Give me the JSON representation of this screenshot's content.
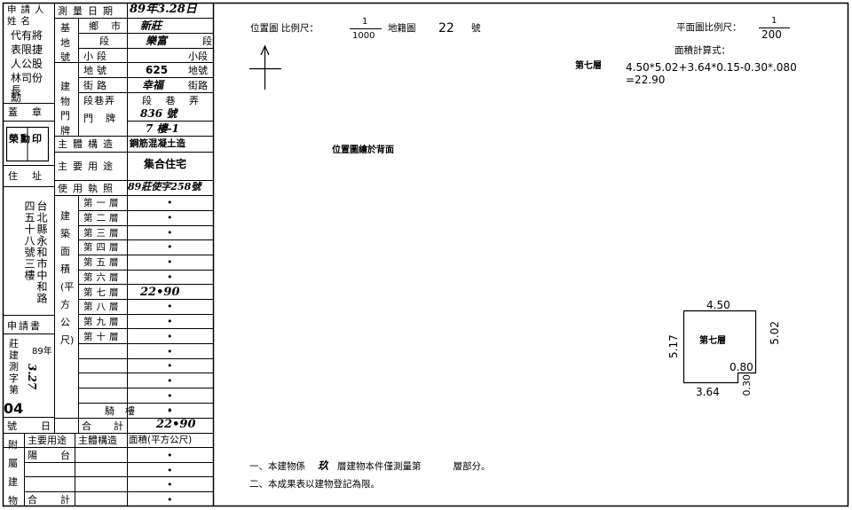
{
  "form": {
    "applicant_label": "申請人姓名",
    "applicant_names": [
      "代有將",
      "表限捷",
      "人公股",
      "林司份",
      "長",
      "勳"
    ],
    "seal_label": "蓋章",
    "seal_text": "榮勳印",
    "address_label": "住址",
    "address_text": "台北縣永和市中和路四五十八號三樓",
    "application_label": "申請書",
    "app_no_labels": [
      "莊",
      "建",
      "測",
      "字",
      "第"
    ],
    "app_year": "89年",
    "app_date": "3.27",
    "app_no": "04",
    "app_no_suffix": "號",
    "app_day_label": "日",
    "survey_date_label": "測量日期",
    "survey_date_value": "89年3.28日",
    "base_label": "基地號",
    "township_label": "鄉市",
    "township_value": "新莊",
    "section_label": "段",
    "section_value": "樂富",
    "subsection_label": "小段",
    "lot_label": "地號",
    "lot_value": "625",
    "building_label": "建物門牌",
    "street_label": "街路",
    "street_value": "幸福",
    "alley_label": "段巷弄",
    "alley_value": "段 巷 弄",
    "door_label": "門牌",
    "door_value_1": "836 號",
    "door_value_2": "7 樓-1",
    "structure_label": "主體構造",
    "structure_value": "鋼筋混凝土造",
    "usage_label": "主要用途",
    "usage_value": "集合住宅",
    "license_label": "使用執照",
    "license_value": "89莊使字258號",
    "area_label": "建築面積(平方公尺)",
    "floors": [
      "第一層",
      "第二層",
      "第三層",
      "第四層",
      "第五層",
      "第六層",
      "第七層",
      "第八層",
      "第九層",
      "第十層",
      "",
      "",
      "",
      "",
      ""
    ],
    "floor_values": [
      "•",
      "•",
      "•",
      "•",
      "•",
      "•",
      "22•90",
      "•",
      "•",
      "•",
      "•",
      "•",
      "•",
      "•",
      "•"
    ],
    "arcade_label": "騎樓",
    "arcade_value": "•",
    "total_label": "合計",
    "total_value": "22•90",
    "annex_label": "附屬建物",
    "annex_usage_label": "主要用途",
    "annex_structure_label": "主體構造",
    "annex_area_label": "面積(平方公尺)",
    "annex_rows": [
      "陽台",
      "",
      "",
      ""
    ],
    "annex_total_label": "合計",
    "annex_values": [
      "•",
      "•",
      "•",
      "•",
      "•"
    ]
  },
  "drawing": {
    "location_label": "位置圖 比例尺：",
    "scale_num": "1",
    "scale_den": "1000",
    "cadastral_label": "地籍圖",
    "cadastral_no": "22",
    "cadastral_suffix": "號",
    "plan_scale_label": "平面圖比例尺：",
    "plan_scale_num": "1",
    "plan_scale_den": "200",
    "calc_label": "面積計算式：",
    "floor_label": "第七層",
    "calc_line1": "4.50*5.02+3.64*0.15-0.30*.080",
    "calc_line2": "=22.90",
    "location_note": "位置圖繪於背面",
    "plan_floor": "第七層",
    "dim_top": "4.50",
    "dim_left": "5.17",
    "dim_right": "5.02",
    "dim_notch_w": "0.80",
    "dim_notch_h": "0.30",
    "dim_bottom": "3.64",
    "note1_a": "一、本建物係",
    "note1_b": "玖",
    "note1_c": "層建物本件僅測量第",
    "note1_d": "層部分。",
    "note2": "二、本成果表以建物登記為限。"
  }
}
